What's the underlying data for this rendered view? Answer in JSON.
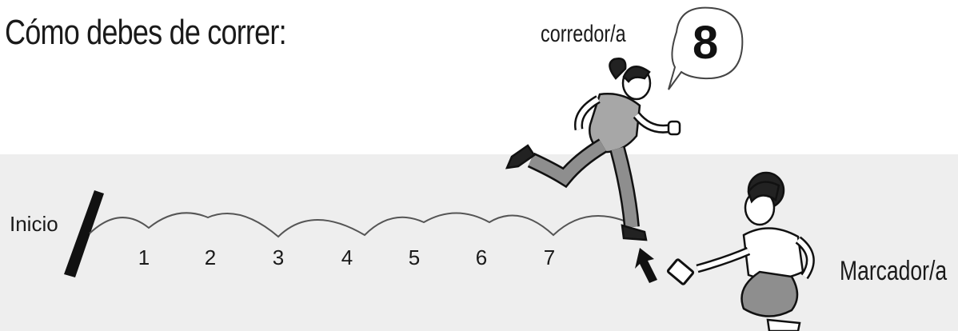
{
  "title": "Cómo debes de correr:",
  "runner_label": "corredor/a",
  "marker_label": "Marcador/a",
  "start_label": "Inicio",
  "speech_bubble_value": "8",
  "steps": [
    "1",
    "2",
    "3",
    "4",
    "5",
    "6",
    "7"
  ],
  "colors": {
    "ground": "#eeeeee",
    "ink": "#1a1a1a",
    "clothes_gray": "#9a9a9a"
  },
  "icons": [
    "start-line-icon",
    "arrow-up-icon",
    "runner-figure-icon",
    "marker-figure-icon",
    "speech-bubble-icon",
    "clipboard-icon"
  ]
}
